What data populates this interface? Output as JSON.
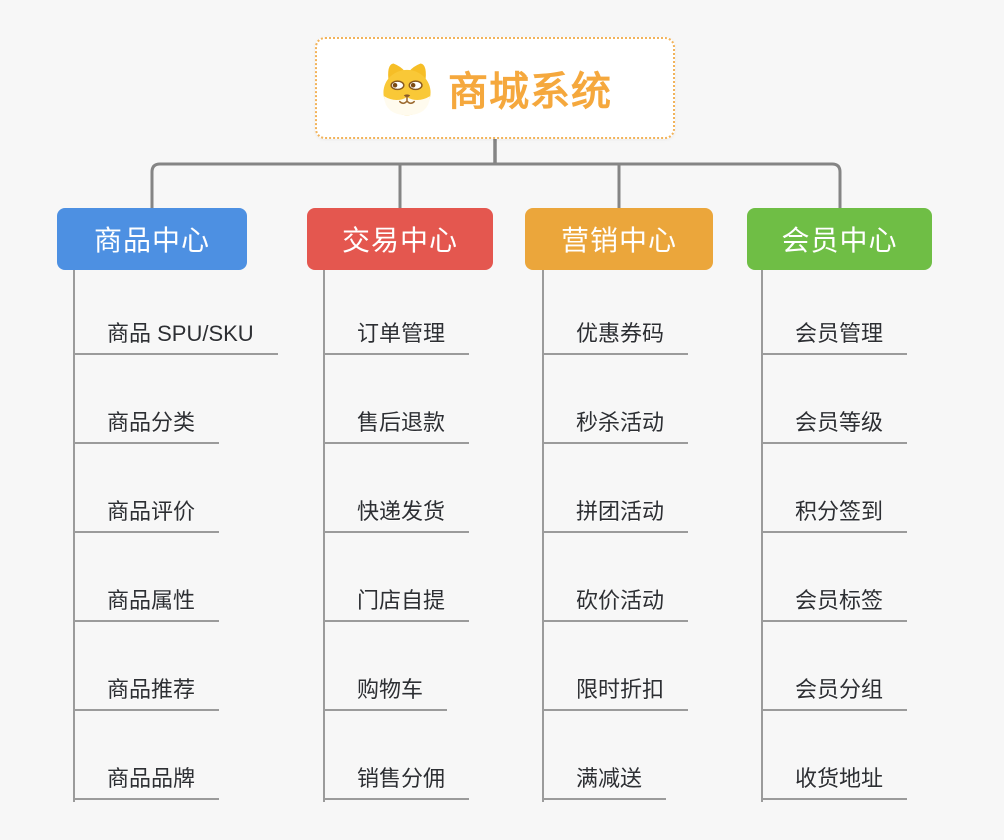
{
  "canvas": {
    "background_color": "#f7f7f7"
  },
  "root": {
    "title": "商城系统",
    "icon": "dog-face-icon",
    "text_color": "#f5a83d",
    "border_color": "#f2b35a"
  },
  "branches": [
    {
      "label": "商品中心",
      "color": "#4d90e2",
      "children": [
        "商品 SPU/SKU",
        "商品分类",
        "商品评价",
        "商品属性",
        "商品推荐",
        "商品品牌"
      ]
    },
    {
      "label": "交易中心",
      "color": "#e4574f",
      "children": [
        "订单管理",
        "售后退款",
        "快递发货",
        "门店自提",
        "购物车",
        "销售分佣"
      ]
    },
    {
      "label": "营销中心",
      "color": "#eba63b",
      "children": [
        "优惠券码",
        "秒杀活动",
        "拼团活动",
        "砍价活动",
        "限时折扣",
        "满减送"
      ]
    },
    {
      "label": "会员中心",
      "color": "#6fbe45",
      "children": [
        "会员管理",
        "会员等级",
        "积分签到",
        "会员标签",
        "会员分组",
        "收货地址"
      ]
    }
  ],
  "connectors": {
    "main_color": "#858585",
    "sub_color": "#9b9b9b"
  }
}
